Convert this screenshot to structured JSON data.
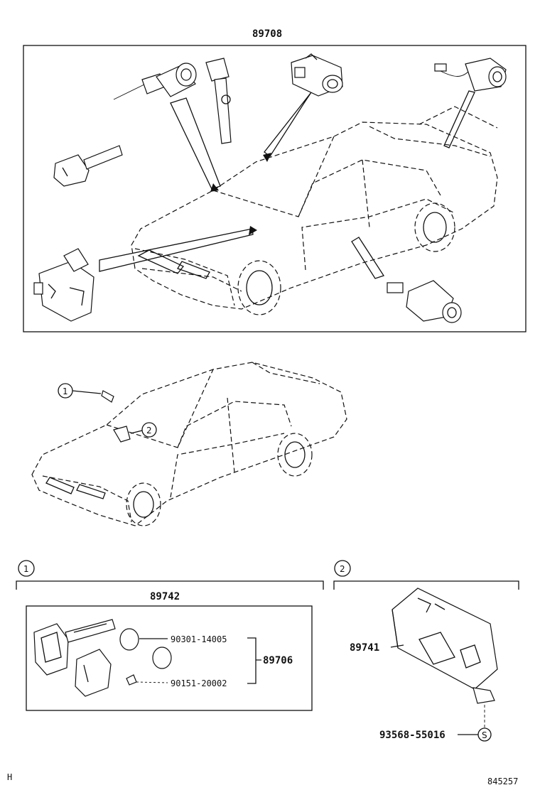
{
  "assembly_top": {
    "number": "89708"
  },
  "ref_1": {
    "marker": "1"
  },
  "ref_2": {
    "marker": "2"
  },
  "kit": {
    "number": "89742"
  },
  "kit_parts": [
    {
      "number": "90301-14005"
    },
    {
      "number": "90151-20002"
    }
  ],
  "kit_group": {
    "number": "89706"
  },
  "module": {
    "number": "89741"
  },
  "screw": {
    "number": "93568-55016",
    "symbol": "S"
  },
  "footer": {
    "left_mark": "H",
    "right_code": "845257"
  }
}
